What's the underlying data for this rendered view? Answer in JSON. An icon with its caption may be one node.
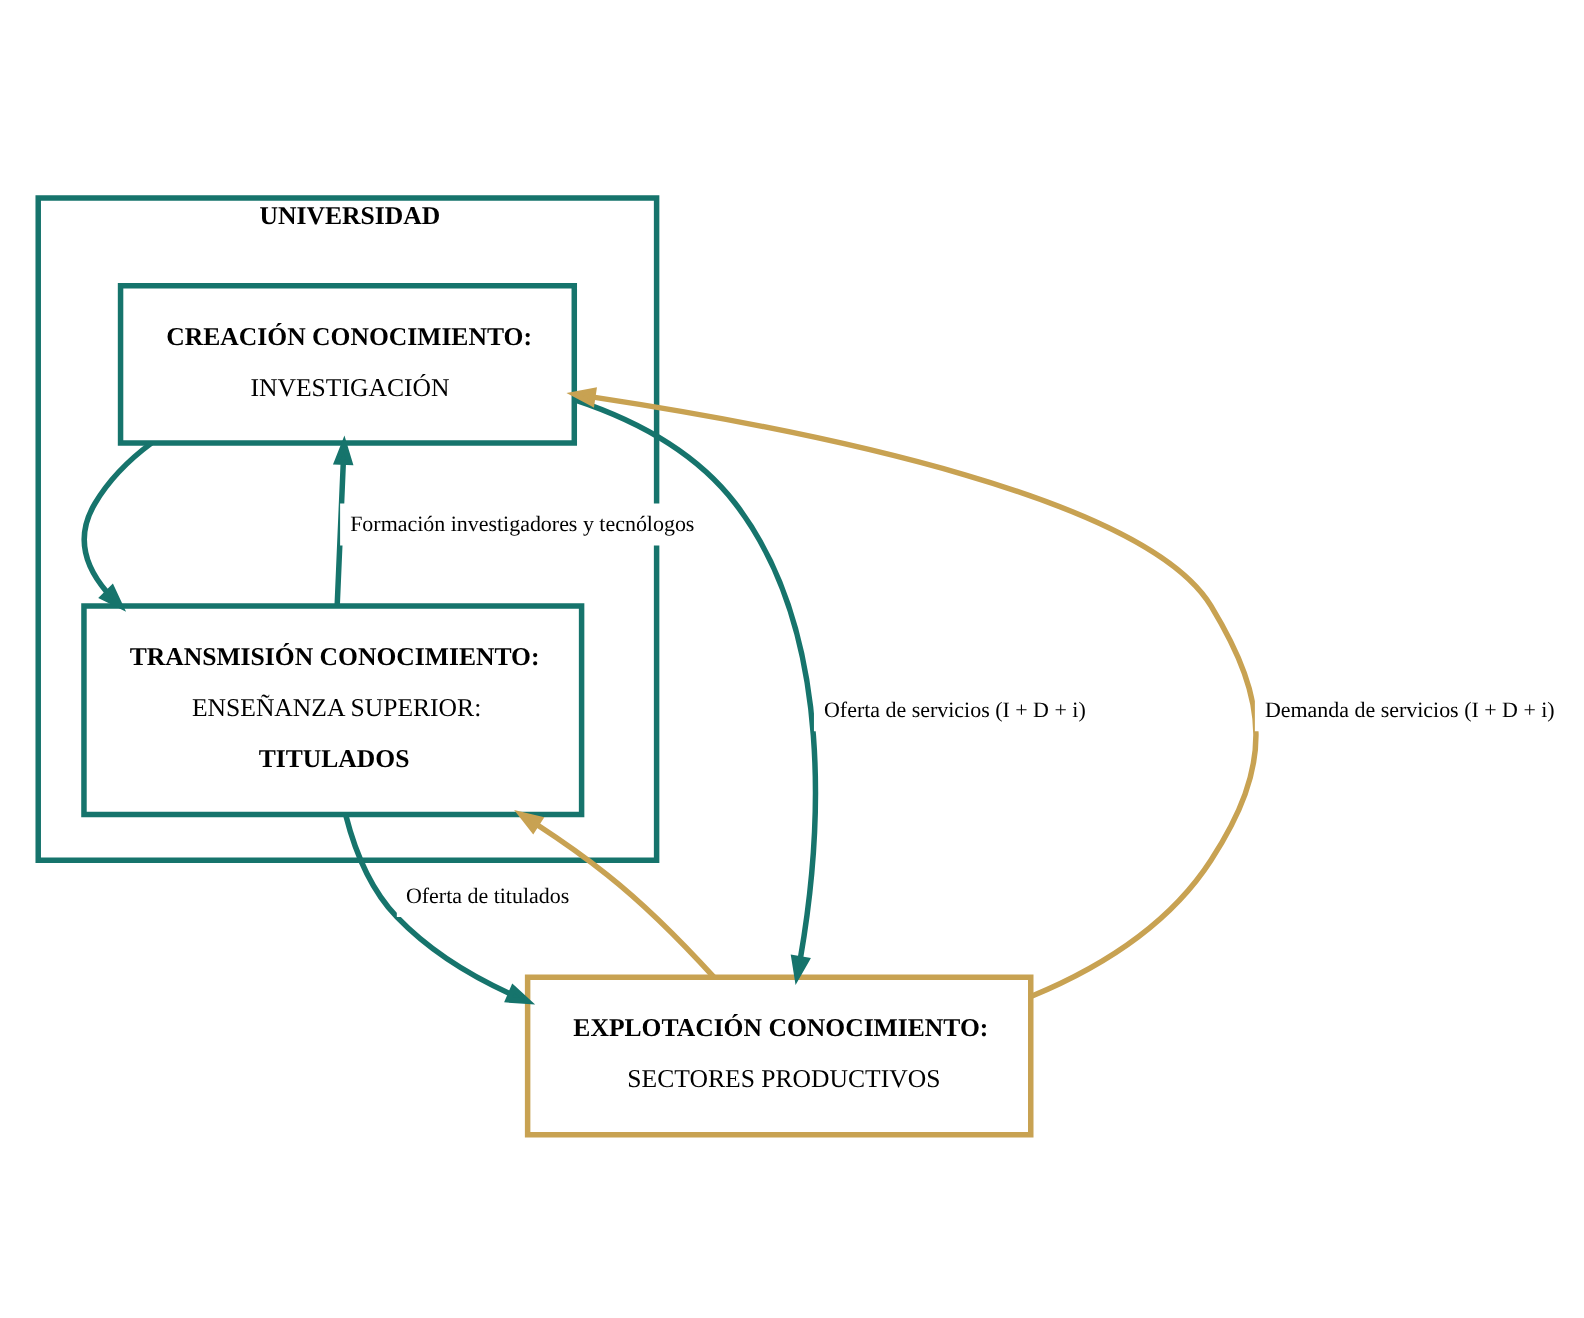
{
  "diagram": {
    "nodes": [
      {
        "text": [
          "UNIVERSIDAD"
        ]
      },
      {
        "text": [
          "CREACIÓN CONOCIMIENTO:",
          "INVESTIGACIÓN"
        ],
        "in": 0
      },
      {
        "text": [
          "TRANSMISIÓN CONOCIMIENTO:",
          "ENSEÑANZA SUPERIOR:",
          "TITULADOS"
        ],
        "in": 0
      },
      {
        "text": [
          "EXPLOTACIÓN CONOCIMIENTO:",
          "SECTORES PRODUCTIVOS"
        ]
      }
    ],
    "edges": [
      {
        "from": 3,
        "to": 1,
        "arrow": "to",
        "label": "Demanda de servicios (I + D + i)",
        "color": "#c8a252"
      },
      {
        "from": 1,
        "to": 3,
        "arrow": "to",
        "label": "Oferta de servicios (I + D + i)"
      },
      {
        "from": 1,
        "to": 2,
        "arrow": "to"
      },
      {
        "from": 2,
        "to": 1,
        "arrow": "to",
        "label": "Formación investigadores y tecnólogos"
      },
      {
        "from": 2,
        "to": 3,
        "arrow": "to",
        "label": "Oferta de titulados"
      },
      {
        "from": 3,
        "to": 2,
        "arrow": "to",
        "color": "#c8a252"
      }
    ]
  }
}
